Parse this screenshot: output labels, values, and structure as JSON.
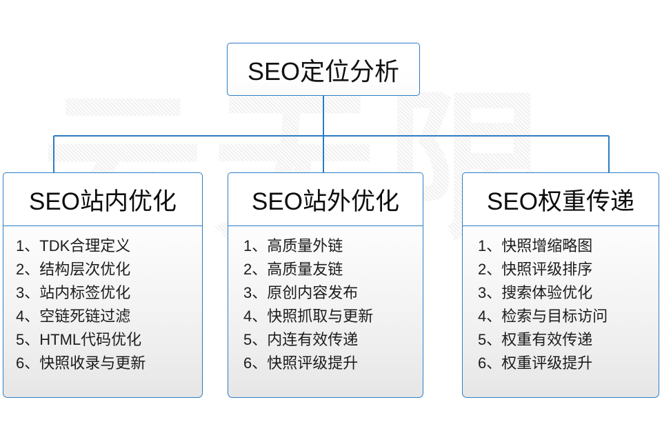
{
  "watermark": {
    "text": "云无限"
  },
  "root": {
    "title": "SEO定位分析"
  },
  "columns": [
    {
      "title": "SEO站内优化",
      "items": [
        {
          "num": "1、",
          "text": "TDK合理定义"
        },
        {
          "num": "2、",
          "text": "结构层次优化"
        },
        {
          "num": "3、",
          "text": "站内标签优化"
        },
        {
          "num": "4、",
          "text": "空链死链过滤"
        },
        {
          "num": "5、",
          "text": "HTML代码优化"
        },
        {
          "num": "6、",
          "text": "快照收录与更新"
        }
      ]
    },
    {
      "title": "SEO站外优化",
      "items": [
        {
          "num": "1、",
          "text": "高质量外链"
        },
        {
          "num": "2、",
          "text": "高质量友链"
        },
        {
          "num": "3、",
          "text": "原创内容发布"
        },
        {
          "num": "4、",
          "text": "快照抓取与更新"
        },
        {
          "num": "5、",
          "text": "内连有效传递"
        },
        {
          "num": "6、",
          "text": "快照评级提升"
        }
      ]
    },
    {
      "title": "SEO权重传递",
      "items": [
        {
          "num": "1、",
          "text": "快照增缩略图"
        },
        {
          "num": "2、",
          "text": "快照评级排序"
        },
        {
          "num": "3、",
          "text": "搜索体验优化"
        },
        {
          "num": "4、",
          "text": "检索与目标访问"
        },
        {
          "num": "5、",
          "text": "权重有效传递"
        },
        {
          "num": "6、",
          "text": "权重评级提升"
        }
      ]
    }
  ],
  "style": {
    "border_color": "#2b7cc4",
    "connector_color": "#2b7cc4",
    "text_color": "#111111",
    "background": "#ffffff"
  }
}
